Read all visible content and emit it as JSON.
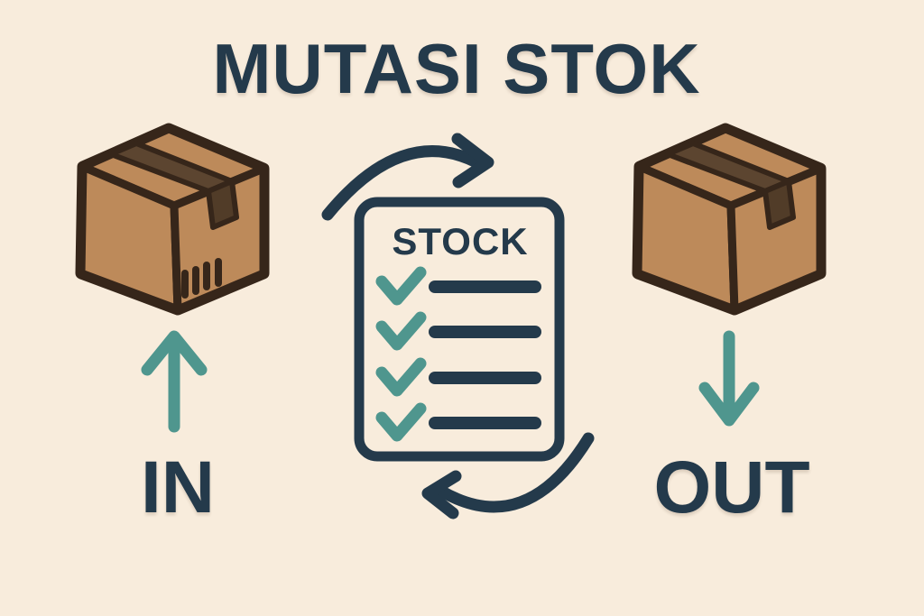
{
  "title": "MUTASI STOK",
  "colors": {
    "background": "#f8ecdc",
    "navy": "#243a4b",
    "teal": "#4f968e",
    "box_fill": "#bd8a5a",
    "box_outline": "#36261a",
    "tape": "#5c4530",
    "tape_flap": "#513c28"
  },
  "left_section": {
    "label": "IN",
    "icon": "cardboard-box-icon",
    "arrow_icon": "up-arrow-icon"
  },
  "right_section": {
    "label": "OUT",
    "icon": "cardboard-box-icon",
    "arrow_icon": "down-arrow-icon"
  },
  "document": {
    "title": "STOCK",
    "checklist_rows": 4,
    "row_icon": "checkmark-icon"
  },
  "cycle_arrows": {
    "top": "curved-arrow-right-icon",
    "bottom": "curved-arrow-left-icon"
  }
}
